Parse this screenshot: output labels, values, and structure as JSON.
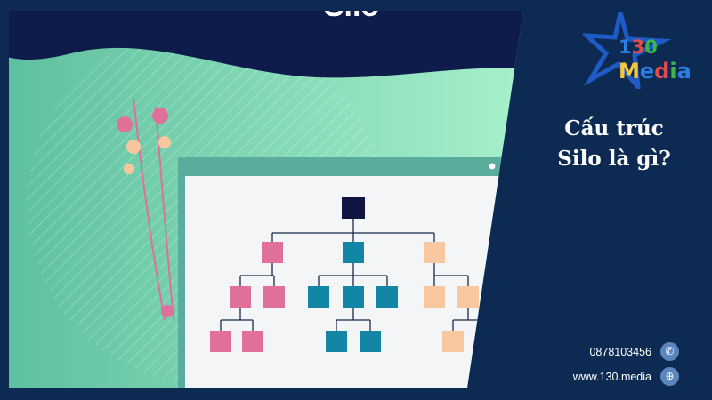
{
  "image": {
    "heading_partial": "Silo",
    "colors": {
      "background": "#0d2b52",
      "navy": "#0f1b4a",
      "mint": "#8fe6c0",
      "pink": "#e0709a",
      "teal": "#1486a5",
      "peach": "#f7c8a0"
    }
  },
  "logo": {
    "number": "130",
    "word": "Media"
  },
  "title": {
    "line1": "Cấu trúc",
    "line2": "Silo là gì?"
  },
  "contact": {
    "phone": "0878103456",
    "website": "www.130.media",
    "phone_icon": "phone-icon",
    "web_icon": "globe-icon"
  }
}
